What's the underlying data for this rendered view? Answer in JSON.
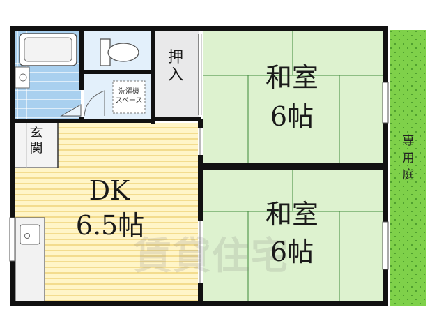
{
  "floorplan": {
    "rooms": {
      "washitsu_top": {
        "name": "和室",
        "size": "6帖"
      },
      "washitsu_bottom": {
        "name": "和室",
        "size": "6帖"
      },
      "dk": {
        "name": "DK",
        "size": "6.5帖"
      }
    },
    "closet": "押\n入",
    "entrance": "玄\n関",
    "laundry": "洗濯機\nスペース",
    "garden": "専\n用\n庭",
    "watermark": "賃貸住宅"
  },
  "colors": {
    "tatami": "#ddf2cf",
    "tatami_line": "#3d8a3a",
    "dk_floor": "#fff5c8",
    "dk_stripe": "#f3dc8e",
    "bath_tile": "#a9d0ef",
    "wet_room": "#e3f0fb",
    "garden": "#7fd14a",
    "wall": "#111111",
    "closet": "#e9e9ea"
  }
}
